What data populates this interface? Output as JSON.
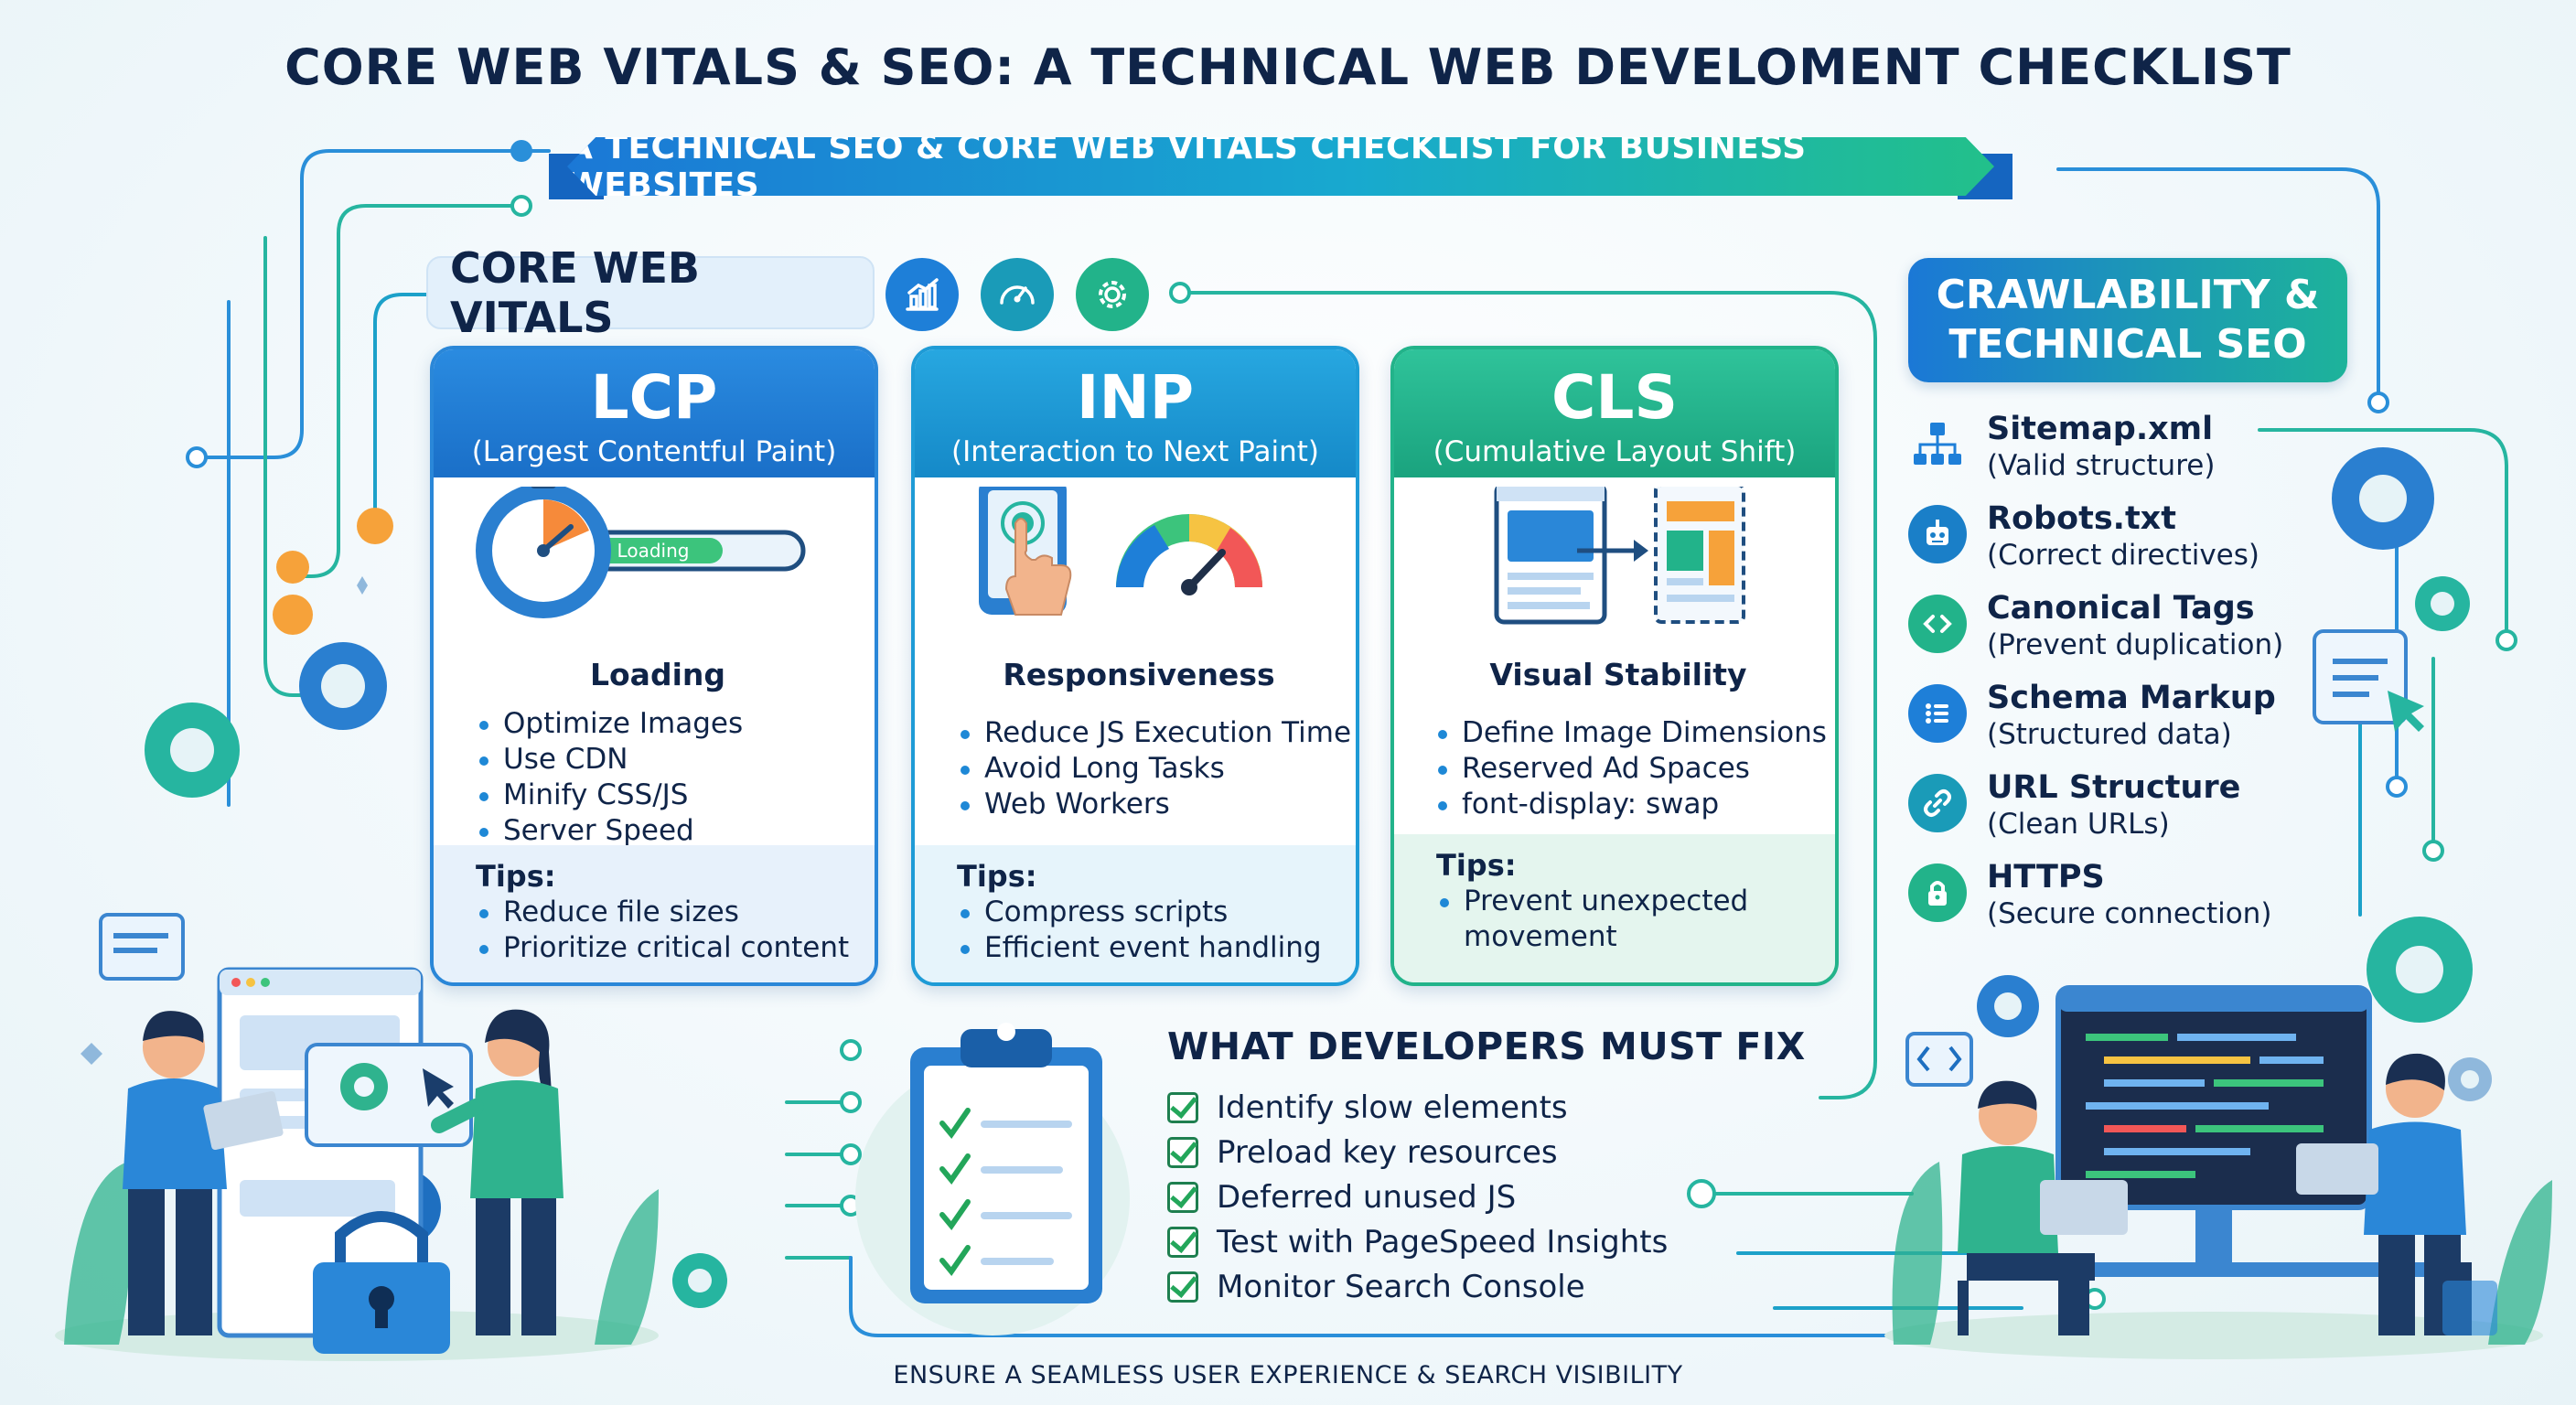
{
  "header": {
    "title": "CORE WEB VITALS & SEO:  A TECHNICAL WEB DEVELOMENT CHECKLIST",
    "ribbon": "A TECHNICAL SEO & CORE WEB VITALS CHECKLIST FOR BUSINESS WEBSITES"
  },
  "core_web_vitals": {
    "label": "CORE WEB VITALS",
    "icons": [
      "chart-icon",
      "gauge-icon",
      "gear-icon"
    ]
  },
  "cards": [
    {
      "abbr": "LCP",
      "full": "(Largest Contentful Paint)",
      "art_text": "Loading",
      "subtitle": "Loading",
      "items": [
        "Optimize Images",
        "Use CDN",
        "Minify CSS/JS",
        "Server Speed"
      ],
      "tips_title": "Tips:",
      "tips": [
        "Reduce file sizes",
        "Prioritize critical content"
      ],
      "color": "#1e7fd8"
    },
    {
      "abbr": "INP",
      "full": "(Interaction to Next Paint)",
      "subtitle": "Responsiveness",
      "items": [
        "Reduce JS Execution Time",
        "Avoid Long Tasks",
        "Web Workers"
      ],
      "tips_title": "Tips:",
      "tips": [
        "Compress scripts",
        "Efficient event handling"
      ],
      "color": "#1a9bd6"
    },
    {
      "abbr": "CLS",
      "full": "(Cumulative Layout Shift)",
      "subtitle": "Visual Stability",
      "items": [
        "Define Image Dimensions",
        "Reserved Ad Spaces",
        "font-display: swap"
      ],
      "tips_title": "Tips:",
      "tips": [
        "Prevent unexpected",
        "movement"
      ],
      "color": "#22b38a"
    }
  ],
  "crawlability": {
    "title_line1": "CRAWLABILITY &",
    "title_line2": "TECHNICAL SEO",
    "items": [
      {
        "title": "Sitemap.xml",
        "desc": "(Valid structure)",
        "icon": "sitemap-icon"
      },
      {
        "title": "Robots.txt",
        "desc": "(Correct directives)",
        "icon": "robot-icon"
      },
      {
        "title": "Canonical Tags",
        "desc": "(Prevent duplication)",
        "icon": "code-icon"
      },
      {
        "title": "Schema Markup",
        "desc": "(Structured data)",
        "icon": "list-icon"
      },
      {
        "title": "URL Structure",
        "desc": "(Clean URLs)",
        "icon": "link-icon"
      },
      {
        "title": "HTTPS",
        "desc": "(Secure connection)",
        "icon": "lock-icon"
      }
    ]
  },
  "fixes": {
    "title": "WHAT DEVELOPERS MUST FIX",
    "items": [
      "Identify slow elements",
      "Preload key resources",
      "Deferred unused JS",
      "Test with PageSpeed Insights",
      "Monitor Search Console"
    ]
  },
  "footer": "ENSURE A SEAMLESS USER EXPERIENCE & SEARCH VISIBILITY",
  "colors": {
    "navy": "#0f2448",
    "blue": "#1e7fd8",
    "cyan": "#1a9bd6",
    "green": "#22b38a",
    "circuit": "#27b7a0"
  }
}
